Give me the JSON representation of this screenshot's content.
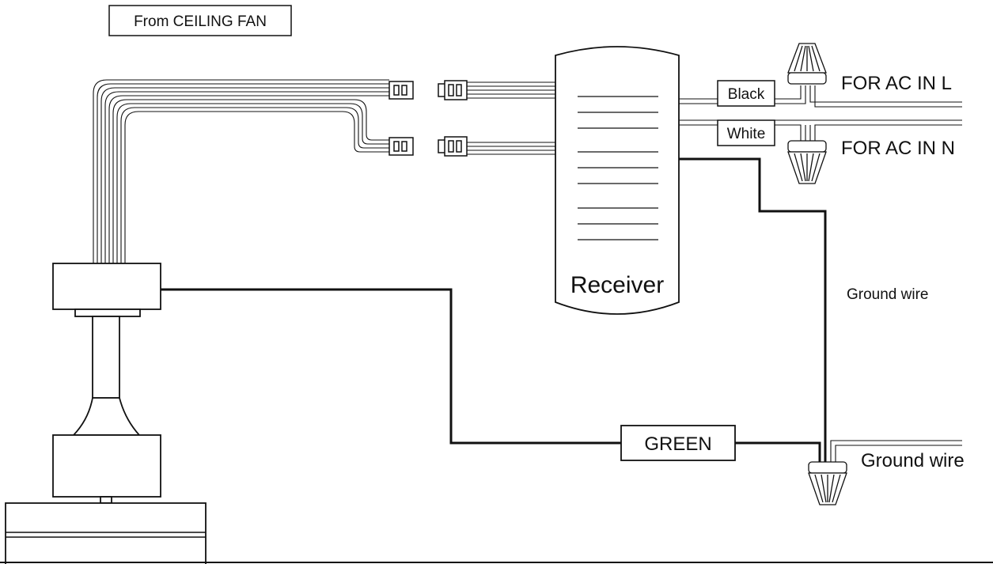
{
  "labels": {
    "from_ceiling_fan": "From CEILING FAN",
    "receiver": "Receiver",
    "black": "Black",
    "white": "White",
    "for_ac_in_l": "FOR AC IN L",
    "for_ac_in_n": "FOR AC IN N",
    "ground_wire_1": "Ground wire",
    "ground_wire_2": "Ground wire",
    "green": "GREEN"
  },
  "colors": {
    "line": "#111111",
    "background": "#ffffff"
  }
}
